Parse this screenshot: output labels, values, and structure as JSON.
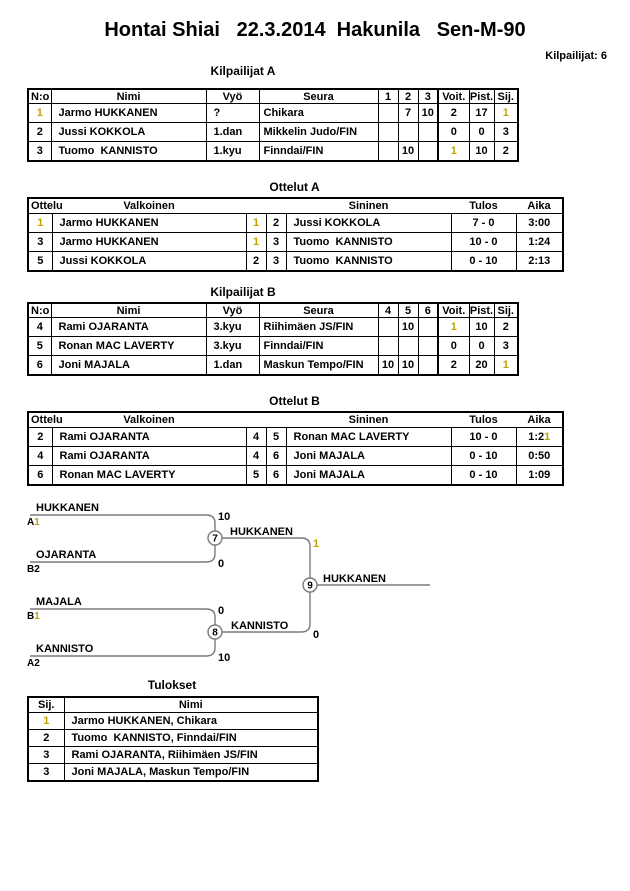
{
  "page": {
    "title": "Hontai Shiai   22.3.2014  Hakunila   Sen-M-90",
    "competitors_label": "Kilpailijat: 6"
  },
  "tables": {
    "kilpailijat_a": {
      "title": "Kilpailijat A",
      "columns": [
        "N:o",
        "Nimi",
        "Vyö",
        "Seura",
        "1",
        "2",
        "3",
        "Voit.",
        "Pist.",
        "Sij."
      ],
      "rows": [
        [
          "1",
          "Jarmo HUKKANEN",
          "?",
          "Chikara",
          "",
          "7",
          "10",
          "2",
          "17",
          "1"
        ],
        [
          "2",
          "Jussi KOKKOLA",
          "1.dan",
          "Mikkelin Judo/FIN",
          "",
          "",
          "",
          "0",
          "0",
          "3"
        ],
        [
          "3",
          "Tuomo  KANNISTO",
          "1.kyu",
          "Finndai/FIN",
          "",
          "10",
          "",
          "1",
          "10",
          "2"
        ]
      ]
    },
    "ottelut_a": {
      "title": "Ottelut A",
      "columns": [
        "Ottelu",
        "Valkoinen",
        "",
        "",
        "Sininen",
        "Tulos",
        "Aika"
      ],
      "rows": [
        [
          "1",
          "Jarmo HUKKANEN",
          "1",
          "2",
          "Jussi KOKKOLA",
          "7 - 0",
          "3:00"
        ],
        [
          "3",
          "Jarmo HUKKANEN",
          "1",
          "3",
          "Tuomo  KANNISTO",
          "10 - 0",
          "1:24"
        ],
        [
          "5",
          "Jussi KOKKOLA",
          "2",
          "3",
          "Tuomo  KANNISTO",
          "0 - 10",
          "2:13"
        ]
      ]
    },
    "kilpailijat_b": {
      "title": "Kilpailijat B",
      "columns": [
        "N:o",
        "Nimi",
        "Vyö",
        "Seura",
        "4",
        "5",
        "6",
        "Voit.",
        "Pist.",
        "Sij."
      ],
      "rows": [
        [
          "4",
          "Rami OJARANTA",
          "3.kyu",
          "Riihimäen JS/FIN",
          "",
          "10",
          "",
          "1",
          "10",
          "2"
        ],
        [
          "5",
          "Ronan MAC LAVERTY",
          "3.kyu",
          "Finndai/FIN",
          "",
          "",
          "",
          "0",
          "0",
          "3"
        ],
        [
          "6",
          "Joni MAJALA",
          "1.dan",
          "Maskun Tempo/FIN",
          "10",
          "10",
          "",
          "2",
          "20",
          "1"
        ]
      ]
    },
    "ottelut_b": {
      "title": "Ottelut B",
      "columns": [
        "Ottelu",
        "Valkoinen",
        "",
        "",
        "Sininen",
        "Tulos",
        "Aika"
      ],
      "rows": [
        [
          "2",
          "Rami OJARANTA",
          "4",
          "5",
          "Ronan MAC LAVERTY",
          "10 - 0",
          "1:21"
        ],
        [
          "4",
          "Rami OJARANTA",
          "4",
          "6",
          "Joni MAJALA",
          "0 - 10",
          "0:50"
        ],
        [
          "6",
          "Ronan MAC LAVERTY",
          "5",
          "6",
          "Joni MAJALA",
          "0 - 10",
          "1:09"
        ]
      ]
    },
    "tulokset": {
      "title": "Tulokset",
      "columns": [
        "Sij.",
        "Nimi"
      ],
      "rows": [
        [
          "1",
          "Jarmo HUKKANEN, Chikara"
        ],
        [
          "2",
          "Tuomo  KANNISTO, Finndai/FIN"
        ],
        [
          "3",
          "Rami OJARANTA, Riihimäen JS/FIN"
        ],
        [
          "3",
          "Joni MAJALA, Maskun Tempo/FIN"
        ]
      ]
    }
  },
  "bracket": {
    "entries": [
      {
        "name": "HUKKANEN",
        "seed": "A1",
        "score": "10"
      },
      {
        "name": "OJARANTA",
        "seed": "B2",
        "score": "0"
      },
      {
        "name": "MAJALA",
        "seed": "B1",
        "score": "0"
      },
      {
        "name": "KANNISTO",
        "seed": "A2",
        "score": "10"
      }
    ],
    "matches": [
      {
        "number": "7",
        "winner": "HUKKANEN",
        "score": "1"
      },
      {
        "number": "8",
        "winner": "KANNISTO",
        "score": "0"
      },
      {
        "number": "9",
        "winner": "HUKKANEN",
        "score": ""
      }
    ]
  },
  "colors": {
    "gold_one": "#c4a000",
    "line_gray": "#7a7a7a"
  }
}
